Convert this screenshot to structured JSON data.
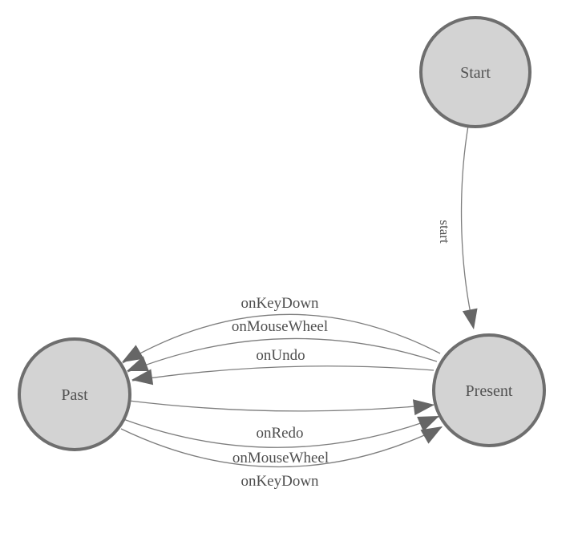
{
  "diagram": {
    "type": "state-machine",
    "background": "#ffffff",
    "colors": {
      "node_fill": "#d3d3d3",
      "node_stroke": "#6e6e6e",
      "edge": "#7d7d7d",
      "arrow": "#666666",
      "text": "#4f4f4f"
    },
    "nodes": [
      {
        "id": "start",
        "label": "Start"
      },
      {
        "id": "present",
        "label": "Present"
      },
      {
        "id": "past",
        "label": "Past"
      }
    ],
    "edges": [
      {
        "from": "start",
        "to": "present",
        "label": "start"
      },
      {
        "from": "present",
        "to": "past",
        "label": "onKeyDown"
      },
      {
        "from": "present",
        "to": "past",
        "label": "onMouseWheel"
      },
      {
        "from": "present",
        "to": "past",
        "label": "onUndo"
      },
      {
        "from": "past",
        "to": "present",
        "label": "onRedo"
      },
      {
        "from": "past",
        "to": "present",
        "label": "onMouseWheel"
      },
      {
        "from": "past",
        "to": "present",
        "label": "onKeyDown"
      }
    ]
  }
}
